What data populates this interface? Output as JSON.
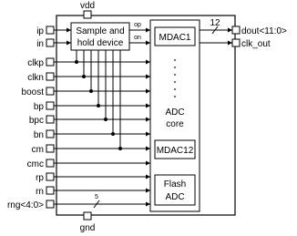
{
  "top_pin": "vdd",
  "bottom_pin": "gnd",
  "left_pins": [
    "ip",
    "in",
    "clkp",
    "clkn",
    "boost",
    "bp",
    "bpc",
    "bn",
    "cm",
    "cmc",
    "rp",
    "rn",
    "rng<4:0>"
  ],
  "right_pins": [
    "dout<11:0>",
    "clk_out"
  ],
  "sample_hold": {
    "line1": "Sample and",
    "line2": "hold device"
  },
  "sh_outputs": {
    "op": "op",
    "on": "on"
  },
  "adc_core": {
    "mdac_first": "MDAC1",
    "mdac_last": "MDAC12",
    "label1": "ADC",
    "label2": "core",
    "flash1": "Flash",
    "flash2": "ADC"
  },
  "bus_width_out": "12",
  "bus_width_rng": "5"
}
